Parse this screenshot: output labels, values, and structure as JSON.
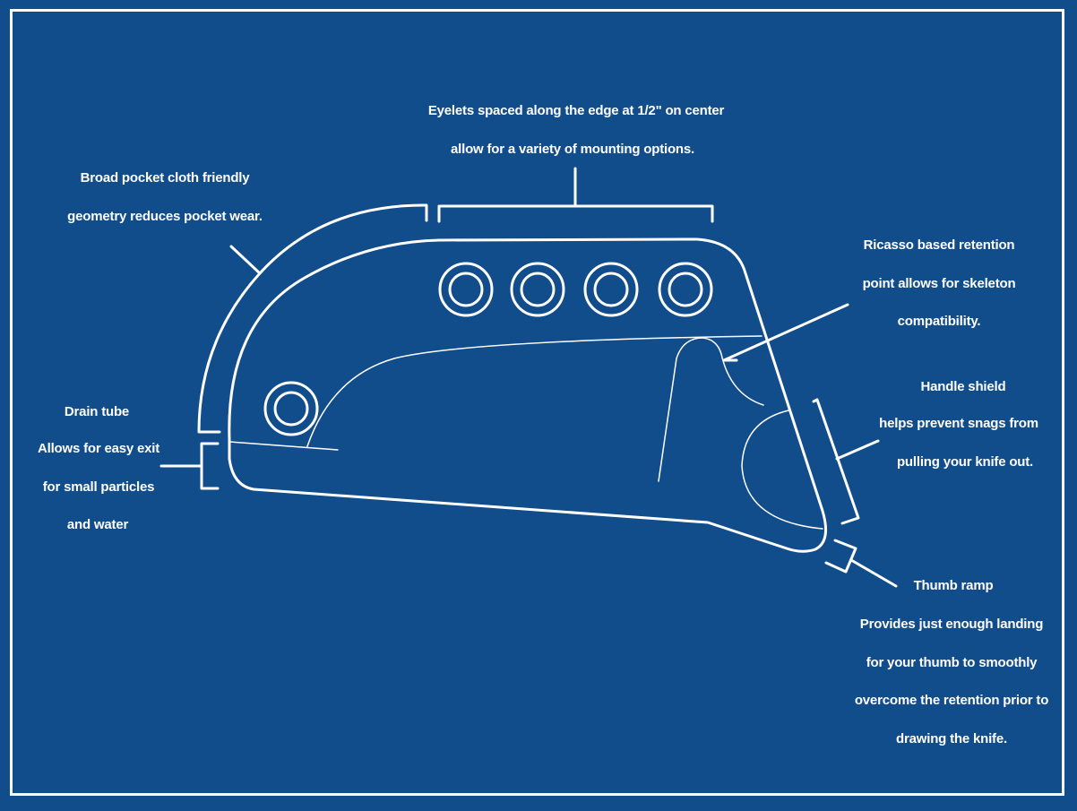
{
  "colors": {
    "background": "#114c8b",
    "line": "#ffffff"
  },
  "annotations": {
    "eyelets": {
      "line1": "Eyelets spaced along the edge at 1/2\" on center",
      "line2": "allow for a variety of mounting options."
    },
    "pocket": {
      "line1": "Broad pocket cloth friendly",
      "line2": "geometry reduces pocket wear."
    },
    "ricasso": {
      "line1": "Ricasso based retention",
      "line2": "point allows for skeleton",
      "line3": "compatibility."
    },
    "drain": {
      "line1": "Drain tube",
      "line2": "Allows for easy exit",
      "line3": "for small particles",
      "line4": "and water"
    },
    "shield": {
      "line1": "Handle  shield",
      "line2": "helps prevent snags from",
      "line3": "pulling your knife out."
    },
    "thumb": {
      "line1": "Thumb  ramp",
      "line2": "Provides  just enough landing",
      "line3": "for your thumb to smoothly",
      "line4": "overcome the retention prior to",
      "line5": "drawing the knife."
    }
  }
}
